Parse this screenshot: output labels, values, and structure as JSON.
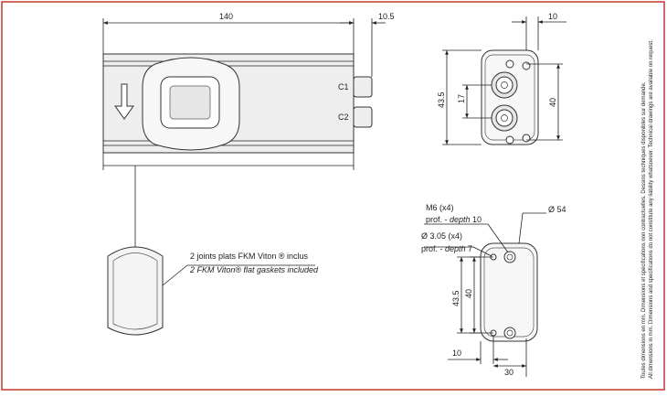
{
  "colors": {
    "border": "#c0392b",
    "part_fill": "#eeeeee",
    "line": "#222222"
  },
  "dimensions": {
    "length": "140",
    "fitting": "10.5",
    "top_right_offset": "10",
    "end_height_outer": "43.5",
    "end_height_inner": "17",
    "end_width": "40",
    "bottom_height_outer": "43.5",
    "bottom_height_inner": "40",
    "bottom_offset": "10",
    "bottom_width": "30"
  },
  "ports": {
    "c1": "C1",
    "c2": "C2"
  },
  "gasket_note": {
    "line1": "2 joints plats FKM Viton ® inclus",
    "line2": "2 FKM Viton® flat gaskets included"
  },
  "hole_notes": {
    "thread": "M6 (x4)",
    "thread_depth_fr": "prof. - ",
    "thread_depth_en": "depth",
    "thread_depth_value": " 10",
    "hole": "Ø 3.05 (x4)",
    "hole_depth_fr": "prof. - ",
    "hole_depth_en": "depth",
    "hole_depth_value": " 7",
    "circle": "Ø 54"
  },
  "side_note": {
    "line1": "Toutes dimensions en mm. Dimensions et spécifications non contractuelles. Dessins techniques disponibles sur demande.",
    "line2": "All dimensions in mm. Dimensions and specifications do not constitute any liability whatsoever. Technical drawings are available on request."
  }
}
